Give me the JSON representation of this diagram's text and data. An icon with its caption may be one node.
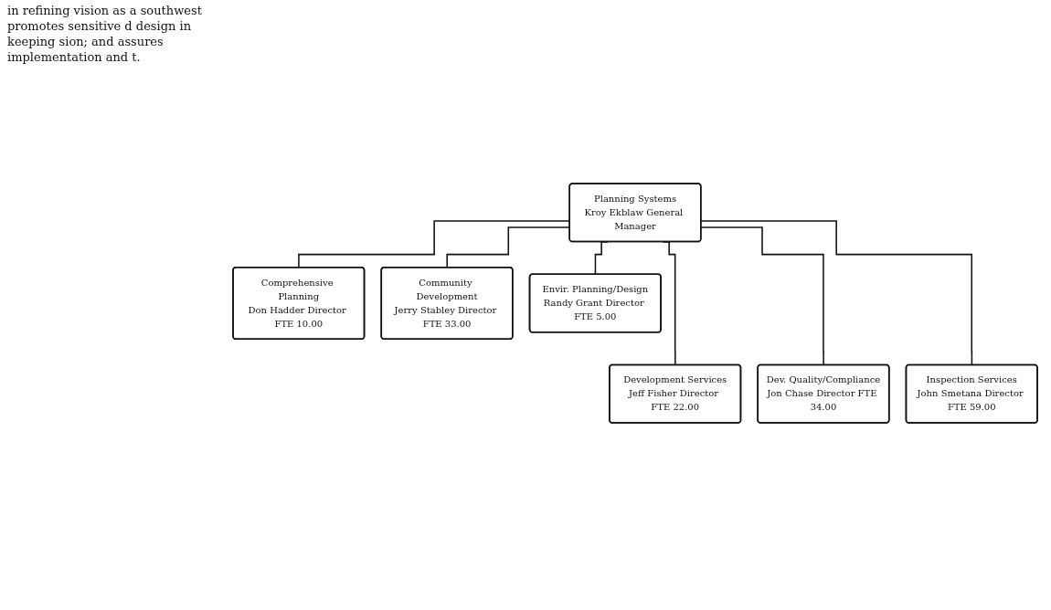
{
  "diagram": {
    "nodes": [
      {
        "text": [
          "Planning Systems",
          "Kroy Ekblaw General Manager"
        ]
      },
      {
        "text": [
          "Comprehensive Planning",
          "Don Hadder Director FTE 10.00"
        ]
      },
      {
        "text": [
          "Community Development",
          "Jerry Stabley Director FTE 33.00"
        ]
      },
      {
        "text": [
          "Envir. Planning/Design",
          "Randy Grant Director FTE 5.00"
        ]
      },
      {
        "text": [
          "Development Services",
          "Jeff Fisher Director FTE 22.00"
        ]
      },
      {
        "text": [
          "Dev. Quality/Compliance",
          "Jon Chase Director FTE 34.00"
        ]
      },
      {
        "text": [
          "Inspection Services",
          "John Smetana Director FTE 59.00"
        ]
      }
    ],
    "edges": [
      {
        "from": 0,
        "to": 1,
        "arrow": "none"
      },
      {
        "from": 0,
        "to": 2,
        "arrow": "none"
      },
      {
        "from": 0,
        "to": 3,
        "arrow": "none"
      },
      {
        "from": 0,
        "to": 4,
        "arrow": "none"
      },
      {
        "from": 0,
        "to": 5,
        "arrow": "none"
      },
      {
        "from": 0,
        "to": 6,
        "arrow": "none"
      }
    ],
    "labels": [
      "in refining vision as a southwest promotes sensitive d design in keeping sion; and assures implementation and t."
    ]
  }
}
